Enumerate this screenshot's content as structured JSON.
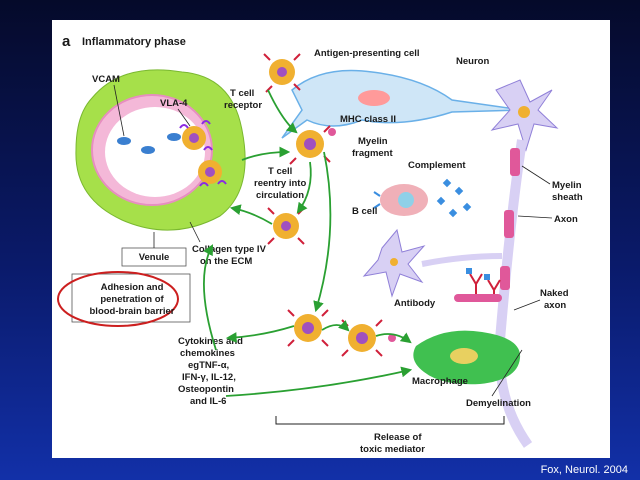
{
  "panel_label": "a",
  "title": "Inflammatory phase",
  "labels": {
    "vcam": "VCAM",
    "vla4": "VLA-4",
    "venule": "Venule",
    "adhesion": [
      "Adhesion and",
      "penetration of",
      "blood-brain barrier"
    ],
    "apc": "Antigen-presenting cell",
    "neuron": "Neuron",
    "tcr": [
      "T cell",
      "receptor"
    ],
    "mhc": "MHC class II",
    "myelin_fragment": [
      "Myelin",
      "fragment"
    ],
    "t_reentry": [
      "T cell",
      "reentry into",
      "circulation"
    ],
    "collagen": [
      "Collagen type IV",
      "on the ECM"
    ],
    "complement": "Complement",
    "myelin_sheath": [
      "Myelin",
      "sheath"
    ],
    "axon": "Axon",
    "b_cell": "B cell",
    "antibody": "Antibody",
    "naked_axon": [
      "Naked",
      "axon"
    ],
    "cytokines": [
      "Cytokines and",
      "chemokines",
      "egTNF-α,",
      "IFN-γ, IL-12,",
      "Osteopontin",
      "and IL-6"
    ],
    "macrophage": "Macrophage",
    "demyelination": "Demyelination",
    "release": [
      "Release of",
      "toxic mediator"
    ]
  },
  "colors": {
    "venule_fill": "#a6e04a",
    "endothelium": "#f4b8d8",
    "t_cell": "#f0b030",
    "receptor": "#d0203a",
    "vla4": "#8a2be2",
    "arrow": "#2aa032",
    "apc": "#6ab0e8",
    "myelin": "#e0589a",
    "complement": "#3a8ee0",
    "macrophage": "#40c050",
    "highlight_ring": "#cc1f1f"
  },
  "citation": "Fox, Neurol. 2004"
}
